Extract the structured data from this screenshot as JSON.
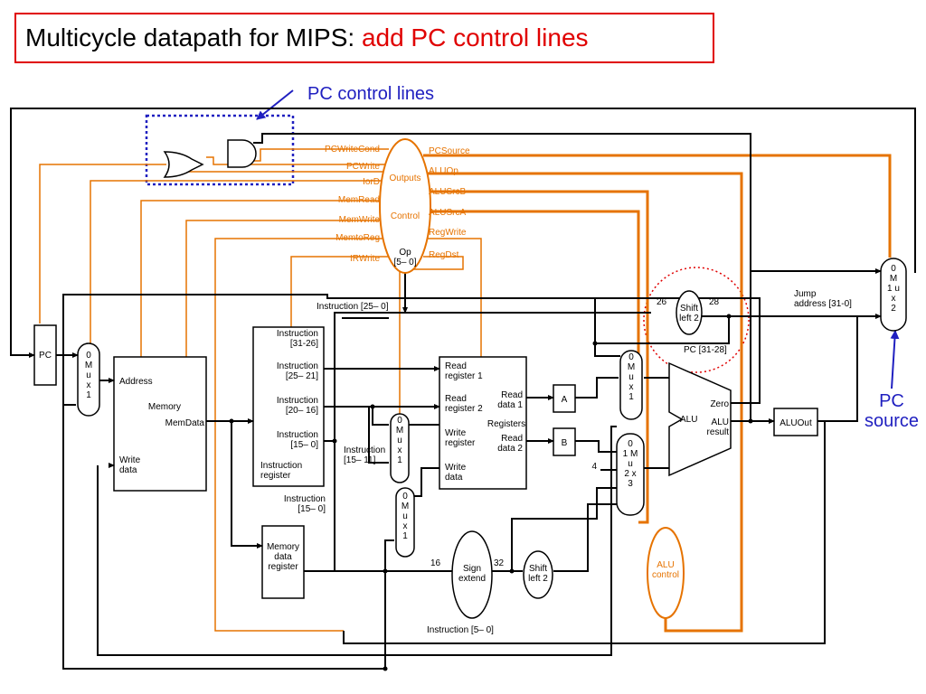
{
  "title": {
    "main": "Multicycle datapath for MIPS: ",
    "highlight": "add PC control lines"
  },
  "annotations": {
    "pc_control_lines": "PC control lines",
    "pc_source": "PC\nsource"
  },
  "units": {
    "pc": "PC",
    "mux_pc": "0\nM\nu\nx\n1",
    "memory": {
      "address": "Address",
      "name": "Memory",
      "memdata": "MemData",
      "write_data": "Write\ndata"
    },
    "ir": {
      "i3126": "Instruction\n[31-26]",
      "i2521": "Instruction\n[25– 21]",
      "i2016": "Instruction\n[20– 16]",
      "i150": "Instruction\n[15– 0]",
      "name": "Instruction\nregister"
    },
    "i1511": "Instruction\n[15– 11]",
    "i150b": "Instruction\n[15– 0]",
    "i250": "Instruction [25– 0]",
    "i50": "Instruction [5– 0]",
    "mdr": "Memory\ndata\nregister",
    "regs": {
      "rr1": "Read\nregister 1",
      "rr2": "Read\nregister 2",
      "wr": "Write\nregister",
      "wd": "Write\ndata",
      "rd1": "Read\ndata 1",
      "rd2": "Read\ndata 2",
      "name": "Registers"
    },
    "a": "A",
    "b": "B",
    "alu": {
      "name": "ALU",
      "zero": "Zero",
      "result": "ALU\nresult"
    },
    "aluout": "ALUOut",
    "sign_extend": "Sign\nextend",
    "shift_left_2": "Shift\nleft 2",
    "alu_control": "ALU\ncontrol",
    "jump_address": "Jump\naddress [31-0]",
    "pc3128": "PC [31-28]",
    "bits": {
      "b16": "16",
      "b32": "32",
      "b26": "26",
      "b28": "28",
      "four": "4"
    },
    "mux_src_b": "0\n1 M\nu\n2 x\n3",
    "mux_pcsrc": "0\nM\n1 u\nx\n2"
  },
  "control": {
    "outputs": "Outputs",
    "control": "Control",
    "op": "Op\n[5– 0]",
    "left_signals": [
      "PCWriteCond",
      "PCWrite",
      "IorD",
      "MemRead",
      "MemWrite",
      "MemtoReg",
      "IRWrite"
    ],
    "right_signals": [
      "PCSource",
      "ALUOp",
      "ALUSrcB",
      "ALUSrcA",
      "RegWrite",
      "RegDst"
    ]
  }
}
